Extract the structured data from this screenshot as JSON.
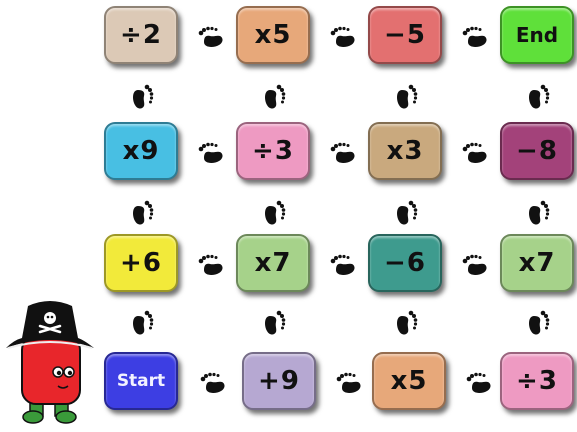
{
  "board": {
    "tiles": [
      {
        "label": "÷2",
        "color": "#dcc9b6"
      },
      {
        "label": "x5",
        "color": "#e7a87a"
      },
      {
        "label": "−5",
        "color": "#e37070"
      },
      {
        "label": "End",
        "color": "#5fe03a"
      },
      {
        "label": "x9",
        "color": "#48bfe3"
      },
      {
        "label": "÷3",
        "color": "#ee9ac2"
      },
      {
        "label": "x3",
        "color": "#c9a97e"
      },
      {
        "label": "−8",
        "color": "#a3427a"
      },
      {
        "label": "+6",
        "color": "#f2ea3a"
      },
      {
        "label": "x7",
        "color": "#a6d28a"
      },
      {
        "label": "−6",
        "color": "#3e9b8e"
      },
      {
        "label": "x7",
        "color": "#a6d28a"
      },
      {
        "label": "Start",
        "color": "#3d3ee3"
      },
      {
        "label": "+9",
        "color": "#b6a8d2"
      },
      {
        "label": "x5",
        "color": "#e7a87a"
      },
      {
        "label": "÷3",
        "color": "#ee9ac2"
      }
    ]
  },
  "icons": {
    "step": "footprint-icon",
    "player": "pirate-character-icon"
  }
}
